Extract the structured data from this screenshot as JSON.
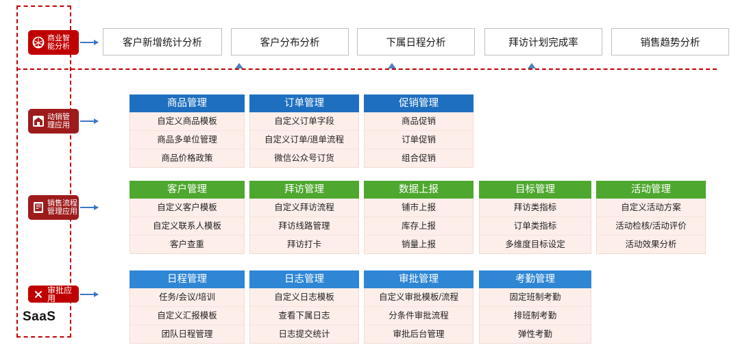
{
  "frame": {
    "saas_label": "SaaS"
  },
  "categories": [
    {
      "id": "bi",
      "label": "商业智\n能分析",
      "icon": "bi-chart-icon",
      "color": "#c00000"
    },
    {
      "id": "trade",
      "label": "动销管\n理应用",
      "icon": "store-icon",
      "color": "#9e1b1b"
    },
    {
      "id": "sales",
      "label": "销售流程\n管理应用",
      "icon": "document-icon",
      "color": "#9e1b1b"
    },
    {
      "id": "approval",
      "label": "审批应用",
      "icon": "close-x-icon",
      "color": "#c00000"
    }
  ],
  "bi_boxes": [
    {
      "label": "客户新增统计分析"
    },
    {
      "label": "客户分布分析"
    },
    {
      "label": "下属日程分析"
    },
    {
      "label": "拜访计划完成率"
    },
    {
      "label": "销售趋势分析"
    }
  ],
  "rows": [
    {
      "id": "row-trade",
      "columns": [
        {
          "title": "商品管理",
          "color": "blue",
          "items": [
            "自定义商品模板",
            "商品多单位管理",
            "商品价格政策"
          ]
        },
        {
          "title": "订单管理",
          "color": "blue",
          "items": [
            "自定义订单字段",
            "自定义订单/退单流程",
            "微信公众号订货"
          ]
        },
        {
          "title": "促销管理",
          "color": "blue",
          "items": [
            "商品促销",
            "订单促销",
            "组合促销"
          ]
        }
      ]
    },
    {
      "id": "row-sales",
      "columns": [
        {
          "title": "客户管理",
          "color": "green",
          "items": [
            "自定义客户模板",
            "自定义联系人模板",
            "客户查重"
          ]
        },
        {
          "title": "拜访管理",
          "color": "green",
          "items": [
            "自定义拜访流程",
            "拜访线路管理",
            "拜访打卡"
          ]
        },
        {
          "title": "数据上报",
          "color": "green",
          "items": [
            "铺市上报",
            "库存上报",
            "销量上报"
          ]
        },
        {
          "title": "目标管理",
          "color": "green",
          "items": [
            "拜访类指标",
            "订单类指标",
            "多维度目标设定"
          ]
        },
        {
          "title": "活动管理",
          "color": "green",
          "items": [
            "自定义活动方案",
            "活动检核/活动评价",
            "活动效果分析"
          ]
        }
      ]
    },
    {
      "id": "row-approval",
      "columns": [
        {
          "title": "日程管理",
          "color": "lblue",
          "items": [
            "任务/会议/培训",
            "自定义汇报模板",
            "团队日程管理"
          ]
        },
        {
          "title": "日志管理",
          "color": "lblue",
          "items": [
            "自定义日志模板",
            "查看下属日志",
            "日志提交统计"
          ]
        },
        {
          "title": "审批管理",
          "color": "lblue",
          "items": [
            "自定义审批模板/流程",
            "分条件审批流程",
            "审批后台管理"
          ]
        },
        {
          "title": "考勤管理",
          "color": "lblue",
          "items": [
            "固定班制考勤",
            "排班制考勤",
            "弹性考勤"
          ]
        }
      ]
    }
  ]
}
